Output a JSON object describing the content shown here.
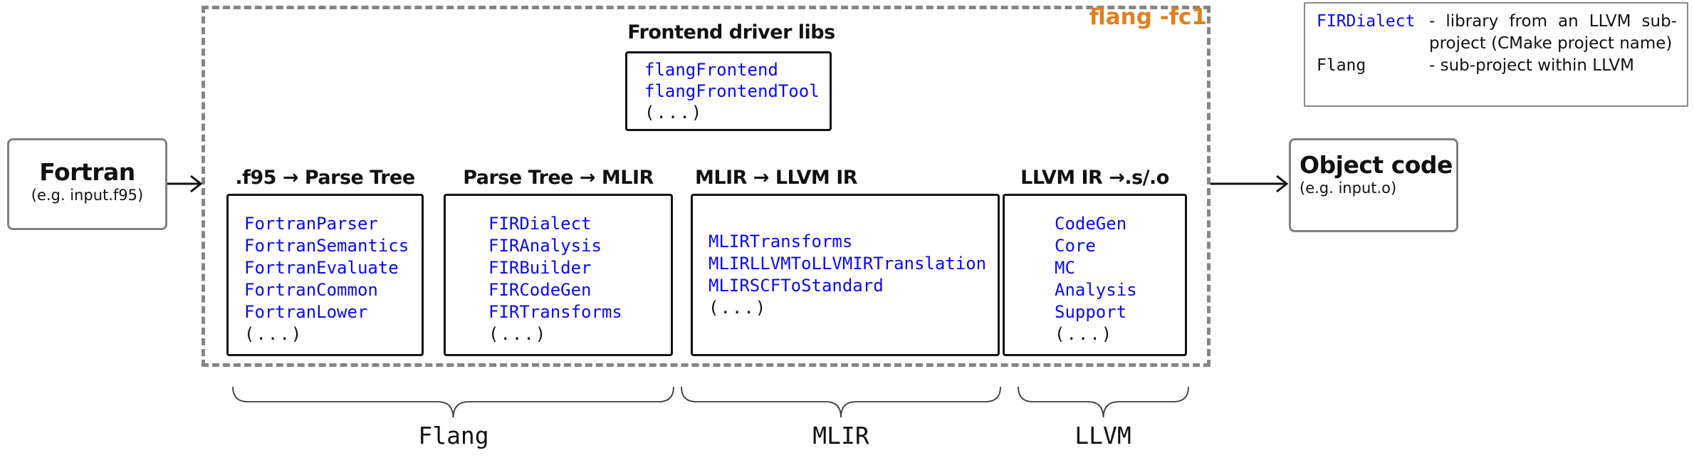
{
  "diagram": {
    "colors": {
      "accent_orange": "#E2801D",
      "library_blue": "#0a0af2",
      "dash_gray": "#858585",
      "node_border_gray": "#808080",
      "box_border_black": "#121212"
    },
    "input_node": {
      "title": "Fortran",
      "subtitle": "(e.g. input.f95)"
    },
    "output_node": {
      "title": "Object code",
      "subtitle": "(e.g. input.o)"
    },
    "container_label": "flang -fc1",
    "frontend": {
      "heading": "Frontend driver libs",
      "items": [
        "flangFrontend",
        "flangFrontendTool",
        "(...)"
      ]
    },
    "stages": [
      {
        "heading": ".f95 → Parse Tree",
        "items": [
          "FortranParser",
          "FortranSemantics",
          "FortranEvaluate",
          "FortranCommon",
          "FortranLower",
          "(...)"
        ]
      },
      {
        "heading": "Parse Tree → MLIR",
        "items": [
          "FIRDialect",
          "FIRAnalysis",
          "FIRBuilder",
          "FIRCodeGen",
          "FIRTransforms",
          "(...)"
        ]
      },
      {
        "heading": "MLIR → LLVM IR",
        "items": [
          "MLIRTransforms",
          "MLIRLLVMToLLVMIRTranslation",
          "MLIRSCFToStandard",
          "(...)"
        ]
      },
      {
        "heading": "LLVM IR →.s/.o",
        "items": [
          "CodeGen",
          "Core",
          "MC",
          "Analysis",
          "Support",
          "(...)"
        ]
      }
    ],
    "legend": {
      "rows": [
        {
          "term": "FIRDialect",
          "description": "- library from an LLVM sub-project (CMake project name)"
        },
        {
          "term": "Flang",
          "description": "- sub-project within LLVM"
        }
      ]
    },
    "braces": [
      {
        "label": "Flang"
      },
      {
        "label": "MLIR"
      },
      {
        "label": "LLVM"
      }
    ]
  }
}
